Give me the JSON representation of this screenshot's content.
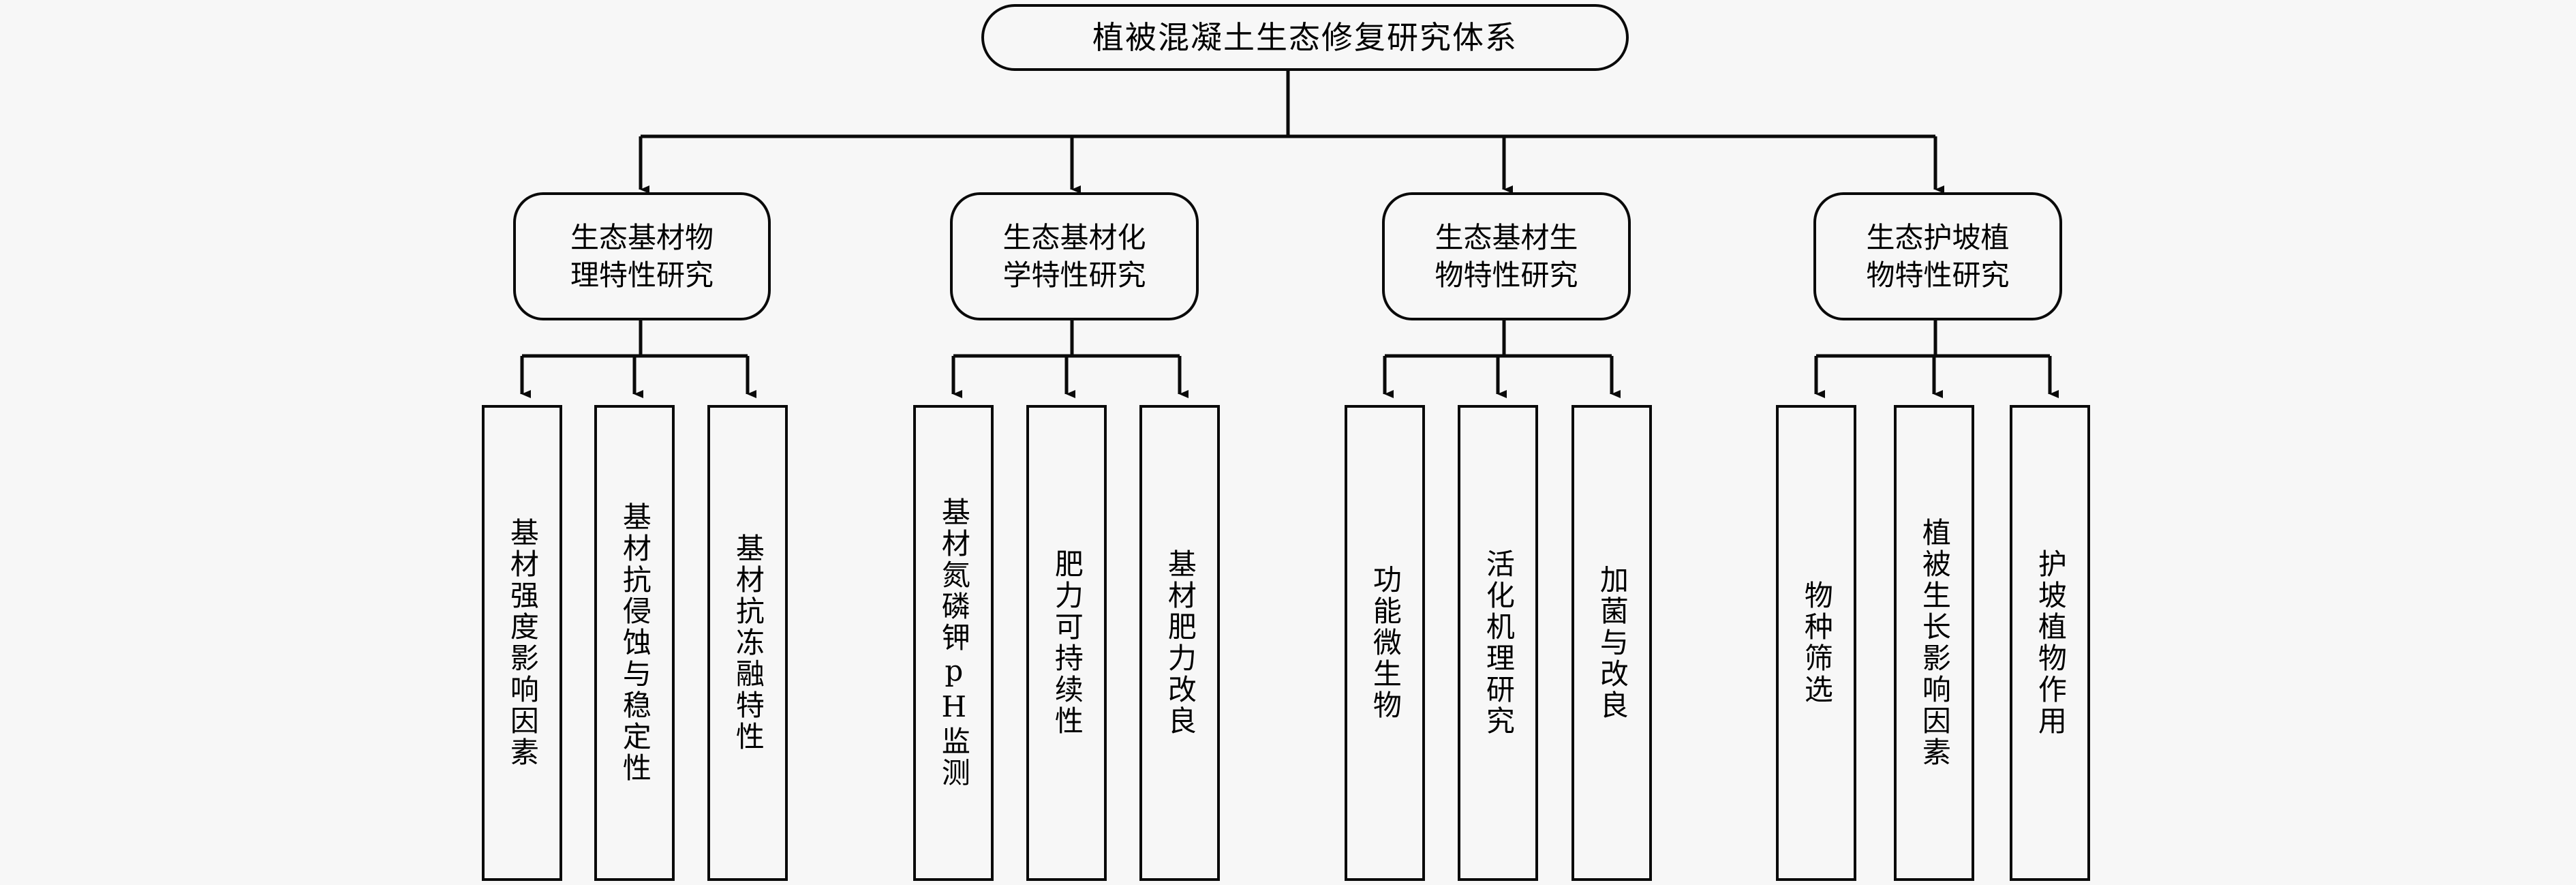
{
  "diagram": {
    "title": "植被混凝土生态修复研究体系",
    "type": "tree-hierarchy",
    "orientation": "top-down",
    "colors": {
      "background": "#f7f7f7",
      "node_fill": "#f7f7f7",
      "stroke": "#0a0a0a",
      "text": "#000000"
    },
    "root": {
      "label": "植被混凝土生态修复研究体系",
      "shape": "rounded-rectangle"
    },
    "branches": [
      {
        "label": "生态基材物理特性研究",
        "line1": "生态基材物",
        "line2": "理特性研究",
        "shape": "rounded-rectangle",
        "leaves": [
          {
            "label": "基材强度影响因素",
            "shape": "rectangle",
            "orientation": "vertical"
          },
          {
            "label": "基材抗侵蚀与稳定性",
            "shape": "rectangle",
            "orientation": "vertical"
          },
          {
            "label": "基材抗冻融特性",
            "shape": "rectangle",
            "orientation": "vertical"
          }
        ]
      },
      {
        "label": "生态基材化学特性研究",
        "line1": "生态基材化",
        "line2": "学特性研究",
        "shape": "rounded-rectangle",
        "leaves": [
          {
            "label": "基材氮磷钾pH监测",
            "shape": "rectangle",
            "orientation": "vertical"
          },
          {
            "label": "肥力可持续性",
            "shape": "rectangle",
            "orientation": "vertical"
          },
          {
            "label": "基材肥力改良",
            "shape": "rectangle",
            "orientation": "vertical"
          }
        ]
      },
      {
        "label": "生态基材生物特性研究",
        "line1": "生态基材生",
        "line2": "物特性研究",
        "shape": "rounded-rectangle",
        "leaves": [
          {
            "label": "功能微生物",
            "shape": "rectangle",
            "orientation": "vertical"
          },
          {
            "label": "活化机理研究",
            "shape": "rectangle",
            "orientation": "vertical"
          },
          {
            "label": "加菌与改良",
            "shape": "rectangle",
            "orientation": "vertical"
          }
        ]
      },
      {
        "label": "生态护坡植物特性研究",
        "line1": "生态护坡植",
        "line2": "物特性研究",
        "shape": "rounded-rectangle",
        "leaves": [
          {
            "label": "物种筛选",
            "shape": "rectangle",
            "orientation": "vertical"
          },
          {
            "label": "植被生长影响因素",
            "shape": "rectangle",
            "orientation": "vertical"
          },
          {
            "label": "护坡植物作用",
            "shape": "rectangle",
            "orientation": "vertical"
          }
        ]
      }
    ]
  }
}
